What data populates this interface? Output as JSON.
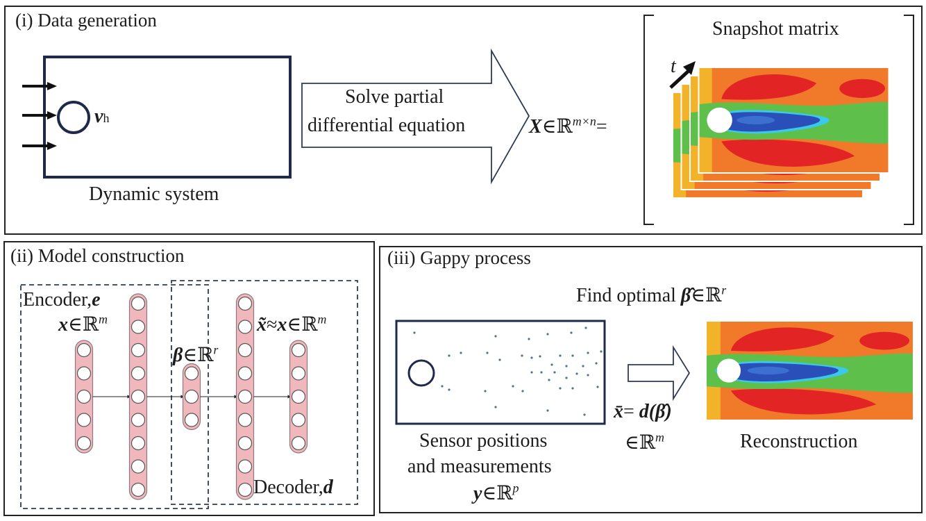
{
  "panels": {
    "data_generation": {
      "title": "(i) Data generation",
      "system_label": "Dynamic system",
      "velocity_symbol": "v",
      "velocity_subscript": "h",
      "arrow_text_line1": "Solve partial",
      "arrow_text_line2": "differential equation",
      "matrix_symbol": "X",
      "matrix_in": "∈",
      "matrix_field": "ℝ",
      "matrix_dims": "m×n",
      "matrix_equals": "=",
      "snapshot_title": "Snapshot matrix",
      "time_symbol": "t",
      "snapshot_count": 4
    },
    "model_construction": {
      "title": "(ii) Model construction",
      "encoder_label": "Encoder,",
      "encoder_symbol": "e",
      "decoder_label": "Decoder,",
      "decoder_symbol": "d",
      "input_symbol": "x",
      "input_space": "ℝ",
      "input_dim": "m",
      "latent_symbol": "β",
      "latent_space": "ℝ",
      "latent_dim": "r",
      "output_symbol": "x̃",
      "approx": "≈",
      "output_ref": "x",
      "output_space": "ℝ",
      "output_dim": "m",
      "in_symbol": "∈",
      "layers": [
        {
          "name": "input",
          "nodes": 5
        },
        {
          "name": "encoder-hidden",
          "nodes": 9
        },
        {
          "name": "latent",
          "nodes": 3
        },
        {
          "name": "decoder-hidden",
          "nodes": 9
        },
        {
          "name": "output",
          "nodes": 5
        }
      ]
    },
    "gappy_process": {
      "title": "(iii) Gappy process",
      "optimal_text": "Find optimal",
      "optimal_symbol": "β̂",
      "optimal_in": "∈",
      "optimal_space": "ℝ",
      "optimal_dim": "r",
      "sensor_line1": "Sensor positions",
      "sensor_line2": "and measurements",
      "measure_symbol": "y",
      "measure_in": "∈",
      "measure_space": "ℝ",
      "measure_dim": "p",
      "recon_formula_lhs": "x̄",
      "recon_formula_eq": "=",
      "recon_formula_fn": "d",
      "recon_formula_arg": "(β̂)",
      "recon_space_in": "∈",
      "recon_space": "ℝ",
      "recon_space_dim": "m",
      "reconstruction_label": "Reconstruction",
      "sensor_count": 39
    }
  },
  "colors": {
    "frame": "#222222",
    "navy": "#1f2a4a",
    "node_fill": "#f0b8bc",
    "node_stroke": "#8a7a80",
    "sensor_dot": "#4a7a8a",
    "field_red": "#e32424",
    "field_orange": "#f07a2a",
    "field_yellow": "#f2b32a",
    "field_green": "#5ec04a",
    "field_cyan": "#3cc8e8",
    "field_blue": "#2a4fb8"
  }
}
